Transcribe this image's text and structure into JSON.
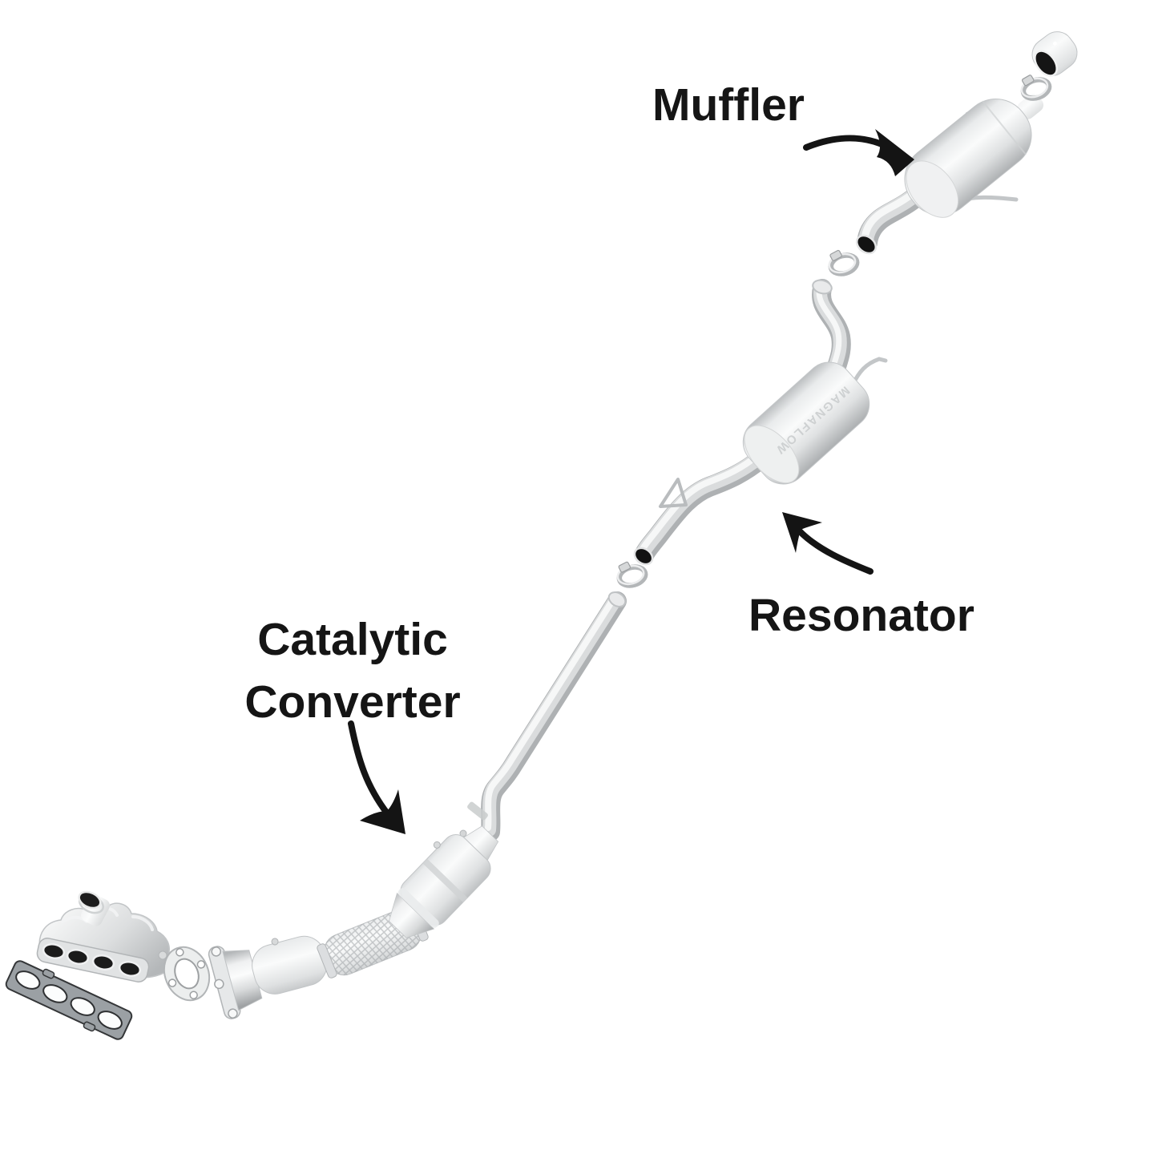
{
  "canvas": {
    "background": "#ffffff",
    "ink_color": "#141414",
    "metal_highlight": "#fafbfb",
    "metal_mid": "#d8dadb",
    "metal_shadow": "#9fa2a4"
  },
  "labels": {
    "muffler": "Muffler",
    "resonator": "Resonator",
    "catalytic_converter": "Catalytic Converter"
  },
  "diagram": {
    "type": "exploded-exhaust-system-diagram",
    "brand_emboss": "MAGNAFLOW",
    "parts": [
      "manifold-gasket",
      "exhaust-manifold",
      "ring-gasket",
      "front-pipe-flange-section",
      "flex-pipe",
      "catalytic-converter",
      "intermediate-pipe",
      "band-clamp",
      "resonator",
      "s-bend-pipe",
      "band-clamp",
      "muffler",
      "band-clamp",
      "exhaust-tip"
    ]
  }
}
